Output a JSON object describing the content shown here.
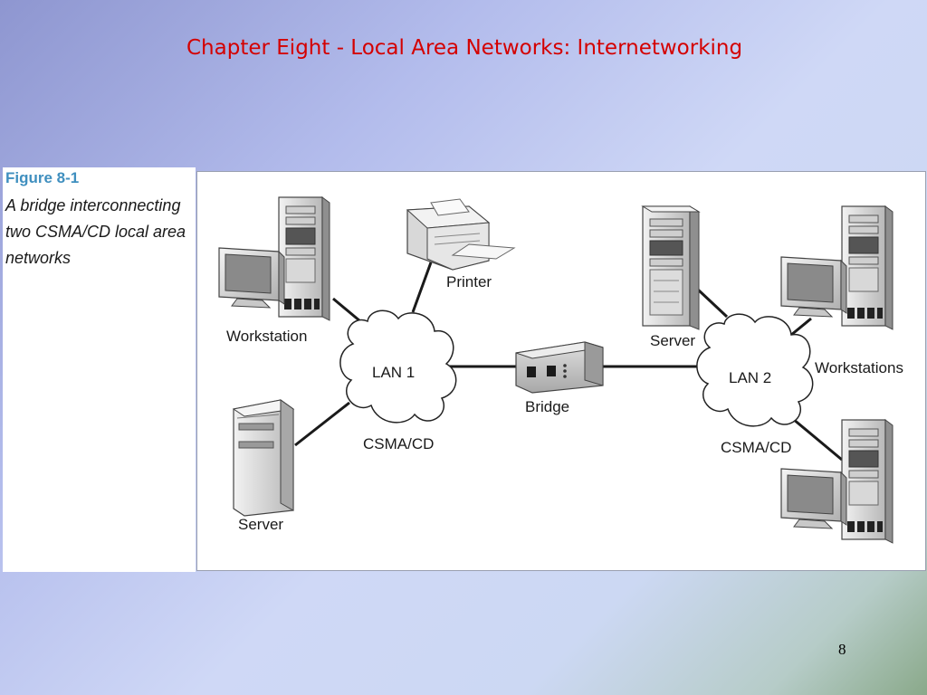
{
  "slide": {
    "title": "Chapter Eight - Local Area Networks: Internetworking",
    "page_number": "8"
  },
  "figure": {
    "number": "Figure 8-1",
    "caption": "A bridge interconnecting two CSMA/CD local area networks"
  },
  "diagram": {
    "lan1": {
      "label": "LAN 1",
      "sublabel": "CSMA/CD"
    },
    "lan2": {
      "label": "LAN 2",
      "sublabel": "CSMA/CD"
    },
    "nodes": {
      "workstation": "Workstation",
      "printer": "Printer",
      "server_left": "Server",
      "bridge": "Bridge",
      "server_right": "Server",
      "workstations": "Workstations"
    }
  }
}
